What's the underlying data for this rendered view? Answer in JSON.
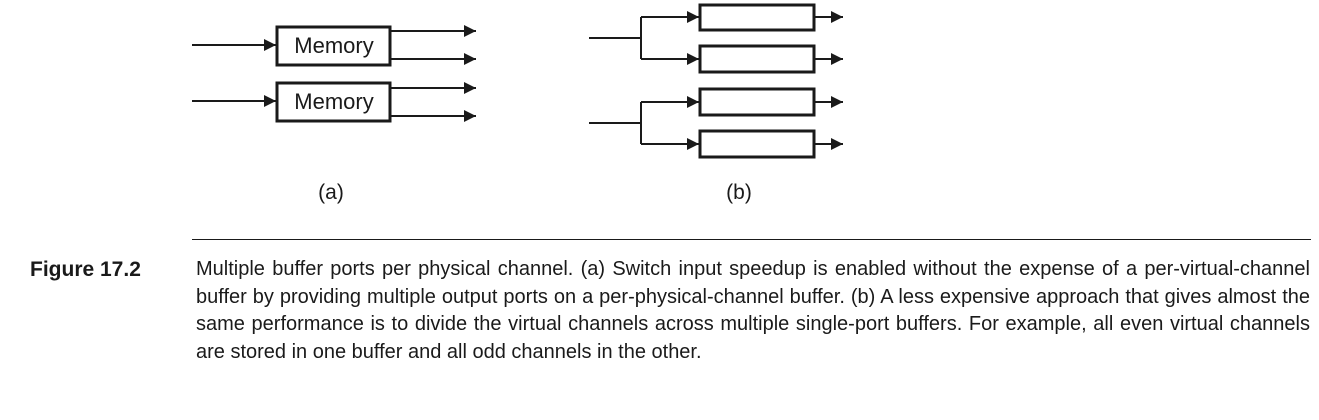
{
  "diagram": {
    "panel_a": {
      "label": "(a)",
      "boxes": [
        {
          "label": "Memory"
        },
        {
          "label": "Memory"
        }
      ]
    },
    "panel_b": {
      "label": "(b)"
    }
  },
  "figure": {
    "label": "Figure 17.2",
    "caption": "Multiple buffer ports per physical channel. (a) Switch input speedup is enabled without the expense of a per-virtual-channel buffer by providing multiple output ports on a per-physical-channel buffer. (b) A less expensive approach that gives almost the same performance is to divide the virtual channels across multiple single-port buffers. For example, all even virtual channels are stored in one buffer and all odd channels in the other."
  }
}
